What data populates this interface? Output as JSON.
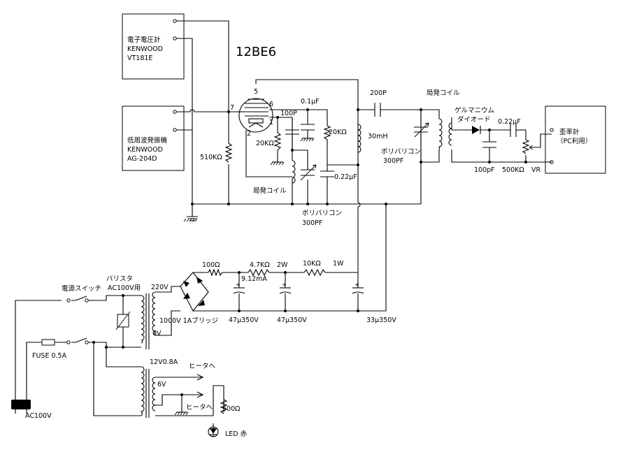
{
  "title": "12BE6",
  "instruments": {
    "voltmeter": [
      "電子電圧計",
      "KENWOOD",
      "VT181E"
    ],
    "generator": [
      "低周波発振機",
      "KENWOOD",
      "AG-204D"
    ],
    "distortion": [
      "歪率計",
      "（PC利用）"
    ]
  },
  "labels": {
    "r510k": "510KΩ",
    "c100p_grid": "100P",
    "r20k_grid": "20KΩ",
    "osc_coil1": "局発コイル",
    "c01u": "0.1μF",
    "r20k_screen": "20KΩ",
    "c022u": "0.22μF",
    "varicon1": [
      "ポリバリコン",
      "300PF"
    ],
    "c200p": "200P",
    "choke30m": "30mH",
    "varicon2": [
      "ポリバリコン",
      "300PF"
    ],
    "osc_coil2": "局発コイル",
    "germanium": [
      "ゲルマニウム",
      "ダイオード"
    ],
    "c022u_out": "0.22μF",
    "c100pf": "100pF",
    "vr500k": "500KΩ",
    "vr": "VR",
    "pin_7": "7",
    "pin_6": "6",
    "pin_5": "5",
    "pin_1": "1",
    "pin_2": "2",
    "r100": "100Ω",
    "r47k": "4.7KΩ",
    "w2": "2W",
    "r10k": "10KΩ",
    "w1": "1W",
    "current": "9.12mA",
    "cap47a": "47μ350V",
    "cap47b": "47μ350V",
    "cap33": "33μ350V",
    "bridge": "1000V 1Aブリッジ",
    "v220": "220V",
    "v0": "0V",
    "varistor": [
      "バリスタ",
      "AC100V用"
    ],
    "power_switch": "電源スイッチ",
    "fuse": "FUSE 0.5A",
    "ac100v": "AC100V",
    "heater_tr": "12V0.8A",
    "heater1": "ヒータへ",
    "heater2": "ヒータへ",
    "v6": "6V",
    "r500": "500Ω",
    "led": "LED 赤"
  }
}
